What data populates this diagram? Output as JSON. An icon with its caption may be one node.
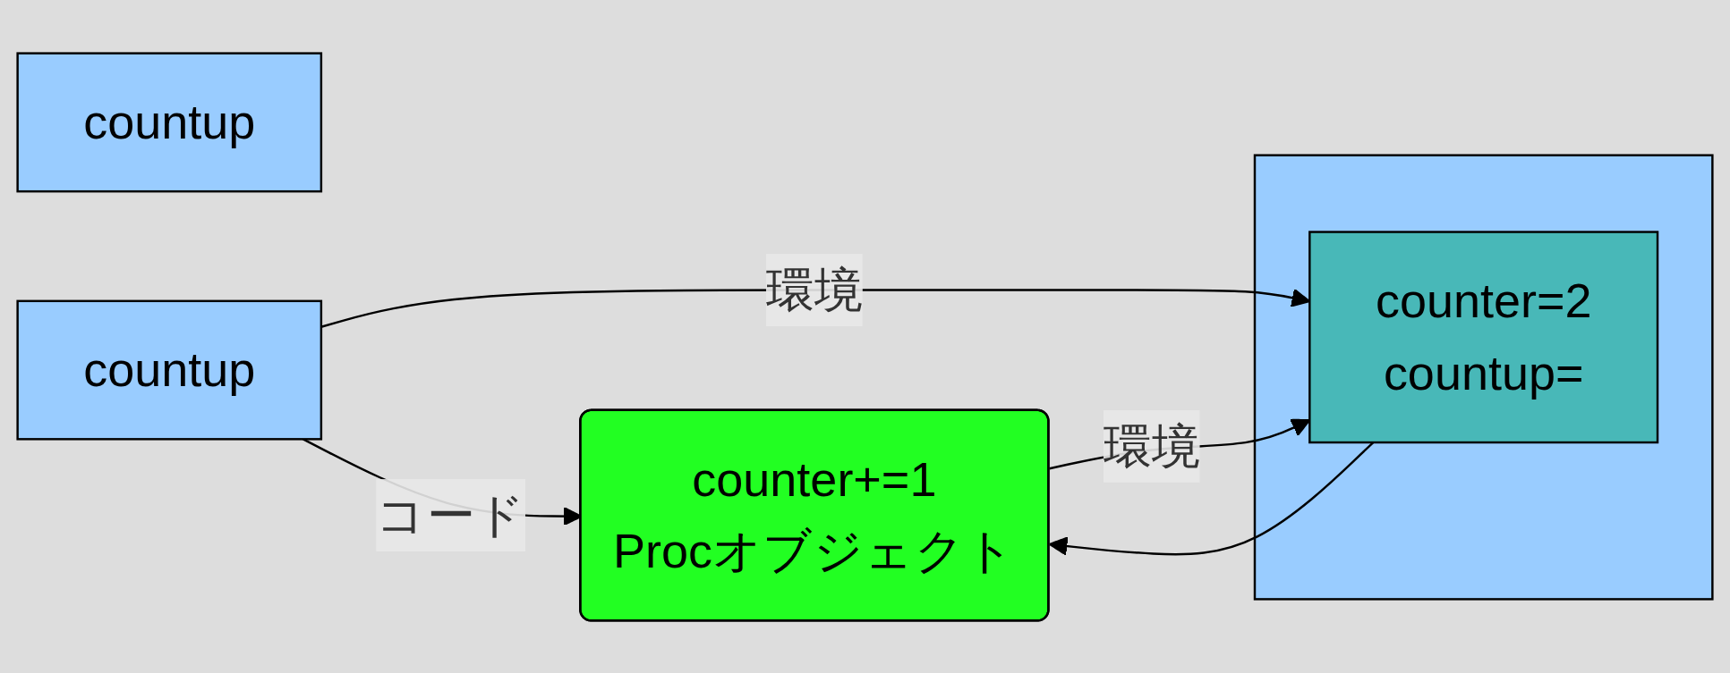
{
  "diagram": {
    "nodes": [
      {
        "text": [
          "countup"
        ]
      },
      {
        "text": [
          "countup"
        ]
      },
      {
        "text": [],
        "shape": "box"
      },
      {
        "text": [
          "counter=2",
          "countup="
        ],
        "in": 2
      },
      {
        "text": [
          "counter+=1",
          "Procオブジェクト"
        ]
      }
    ],
    "edges": [
      {
        "from": 1,
        "to": 4,
        "arrow": "to",
        "label": "コード"
      },
      {
        "from": 1,
        "to": 3,
        "arrow": "to",
        "label": "環境"
      },
      {
        "from": 4,
        "to": 3,
        "arrow": "to",
        "label": "環境"
      },
      {
        "from": 3,
        "to": 4,
        "arrow": "to"
      }
    ]
  }
}
